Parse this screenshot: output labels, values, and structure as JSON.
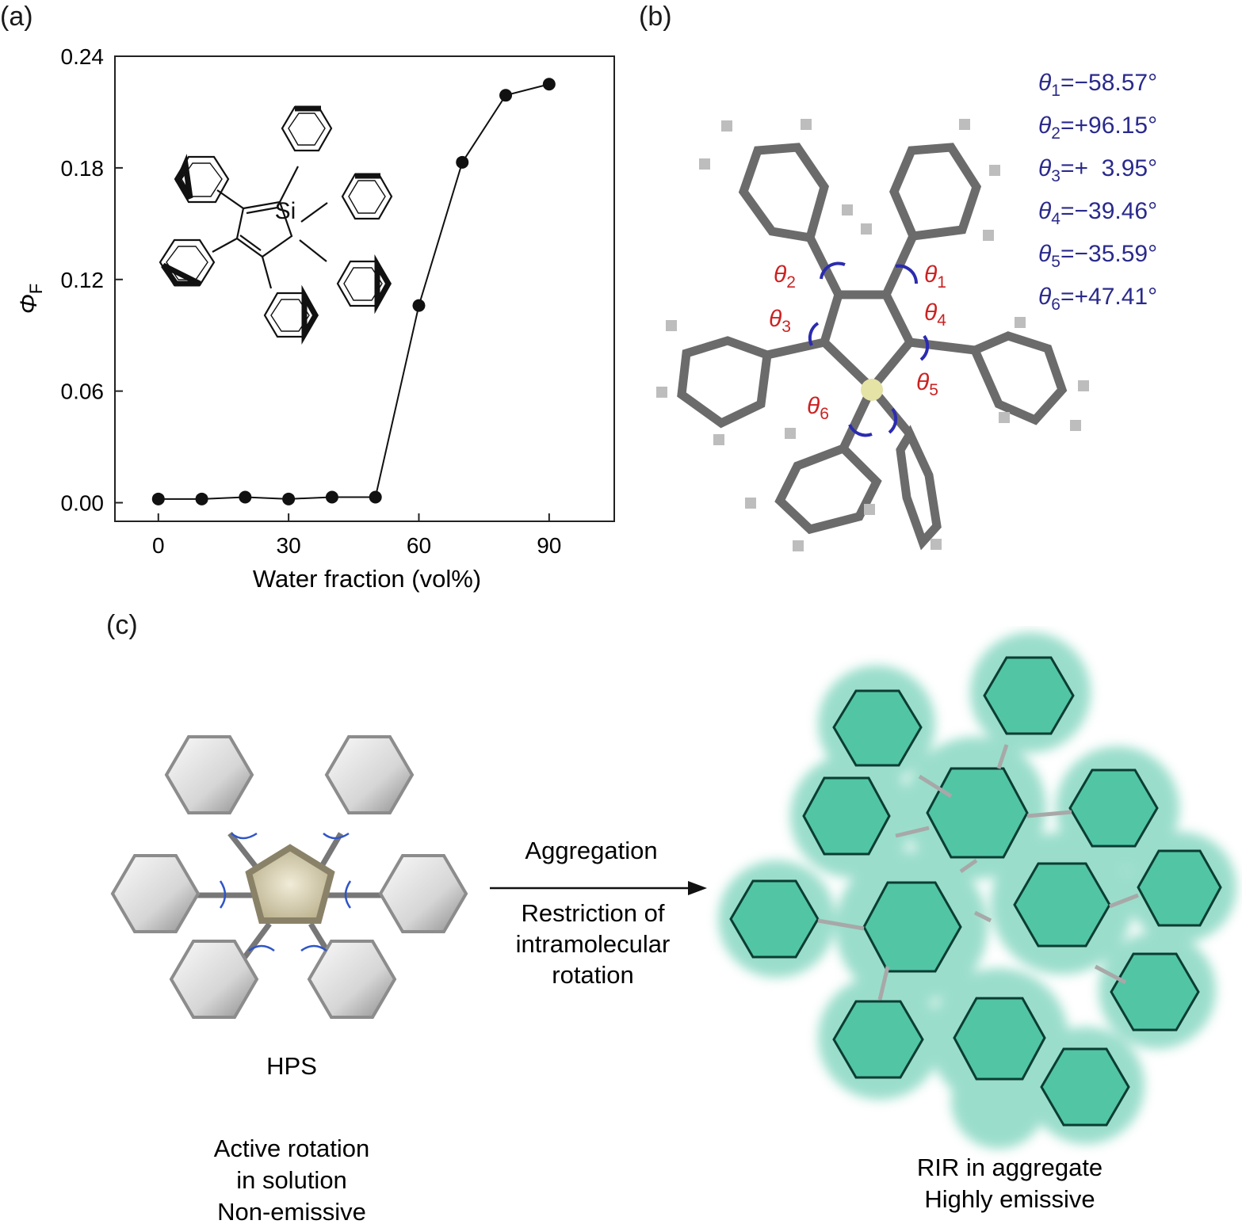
{
  "panels": {
    "a": "(a)",
    "b": "(b)",
    "c": "(c)"
  },
  "chart_data": {
    "type": "line",
    "xlabel": "Water fraction (vol%)",
    "ylabel": "ΦF",
    "ylabel_main": "Φ",
    "ylabel_sub": "F",
    "x_ticks": [
      "0",
      "30",
      "60",
      "90"
    ],
    "y_ticks": [
      "0.00",
      "0.06",
      "0.12",
      "0.18",
      "0.24"
    ],
    "xlim": [
      -10,
      105
    ],
    "ylim": [
      -0.01,
      0.24
    ],
    "grid": false,
    "x": [
      0,
      10,
      20,
      30,
      40,
      50,
      60,
      70,
      80,
      90
    ],
    "y": [
      0.002,
      0.002,
      0.003,
      0.002,
      0.003,
      0.003,
      0.106,
      0.183,
      0.219,
      0.225
    ],
    "inset_atom": "Si"
  },
  "panel_b": {
    "angles": [
      {
        "sym": "θ",
        "sub": "1",
        "val": "=−58.57°"
      },
      {
        "sym": "θ",
        "sub": "2",
        "val": "=+96.15°"
      },
      {
        "sym": "θ",
        "sub": "3",
        "val": "=+  3.95°"
      },
      {
        "sym": "θ",
        "sub": "4",
        "val": "=−39.46°"
      },
      {
        "sym": "θ",
        "sub": "5",
        "val": "=−35.59°"
      },
      {
        "sym": "θ",
        "sub": "6",
        "val": "=+47.41°"
      }
    ],
    "label_color": "#cc2222",
    "value_color": "#2a2a8c"
  },
  "panel_c": {
    "arrow_top": "Aggregation",
    "arrow_bottom": [
      "Restriction of",
      "intramolecular",
      "rotation"
    ],
    "molecule_name": "HPS",
    "left_caption": [
      "Active rotation",
      "in solution",
      "Non-emissive"
    ],
    "right_caption": [
      "RIR in aggregate",
      "Highly emissive"
    ],
    "glow_color": "#3cbf9e"
  }
}
